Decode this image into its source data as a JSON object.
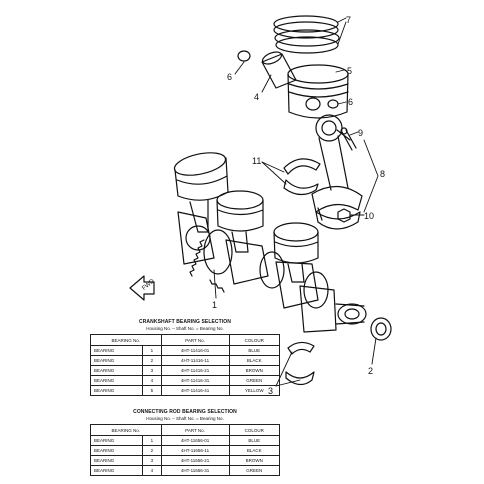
{
  "callouts": {
    "c1": "1",
    "c2": "2",
    "c3": "3",
    "c4": "4",
    "c5": "5",
    "c6a": "6",
    "c6b": "6",
    "c7": "7",
    "c8": "8",
    "c9": "9",
    "c10": "10",
    "c11": "11"
  },
  "front_mark": "FWD",
  "crank_table": {
    "title": "CRANKSHAFT BEARING SELECTION",
    "subtitle": "Housing No. – Shaft No. = Bearing No.",
    "headers": [
      "BEARING No.",
      "PART No.",
      "COLOUR"
    ],
    "rows": [
      [
        "BEARING",
        "1",
        "4HT-11416-01",
        "BLUE"
      ],
      [
        "BEARING",
        "2",
        "4HT-11416-11",
        "BLACK"
      ],
      [
        "BEARING",
        "3",
        "4HT-11416-21",
        "BROWN"
      ],
      [
        "BEARING",
        "4",
        "4HT-11416-31",
        "GREEN"
      ],
      [
        "BEARING",
        "5",
        "4HT-11416-41",
        "YELLOW"
      ]
    ]
  },
  "rod_table": {
    "title": "CONNECTING ROD BEARING SELECTION",
    "subtitle": "Housing No. – Shaft No. = Bearing No.",
    "headers": [
      "BEARING No.",
      "PART No.",
      "COLOUR"
    ],
    "rows": [
      [
        "BEARING",
        "1",
        "4HT-11656-01",
        "BLUE"
      ],
      [
        "BEARING",
        "2",
        "4HT-11656-11",
        "BLACK"
      ],
      [
        "BEARING",
        "3",
        "4HT-11656-21",
        "BROWN"
      ],
      [
        "BEARING",
        "4",
        "4HT-11656-31",
        "GREEN"
      ]
    ]
  }
}
